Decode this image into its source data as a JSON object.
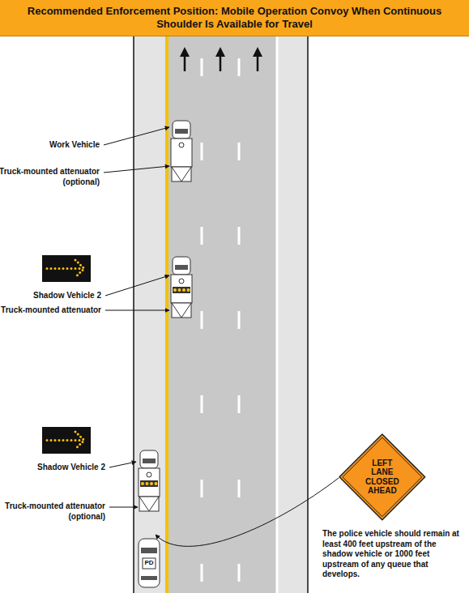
{
  "diagram": {
    "title": "Recommended Enforcement Position: Mobile Operation Convoy When Continuous Shoulder Is Available for Travel",
    "nodes": [
      {
        "text": [
          "LEFT LANE CLOSED AHEAD"
        ]
      }
    ],
    "labels": [
      "Work Vehicle",
      "Truck-mounted attenuator (optional)",
      "Shadow Vehicle 2",
      "Truck-mounted attenuator",
      "Shadow Vehicle 2",
      "Truck-mounted attenuator (optional)",
      "PD",
      "The police vehicle should remain at least 400 feet upstream of the shadow vehicle or 1000 feet upstream of any queue that develops."
    ]
  }
}
